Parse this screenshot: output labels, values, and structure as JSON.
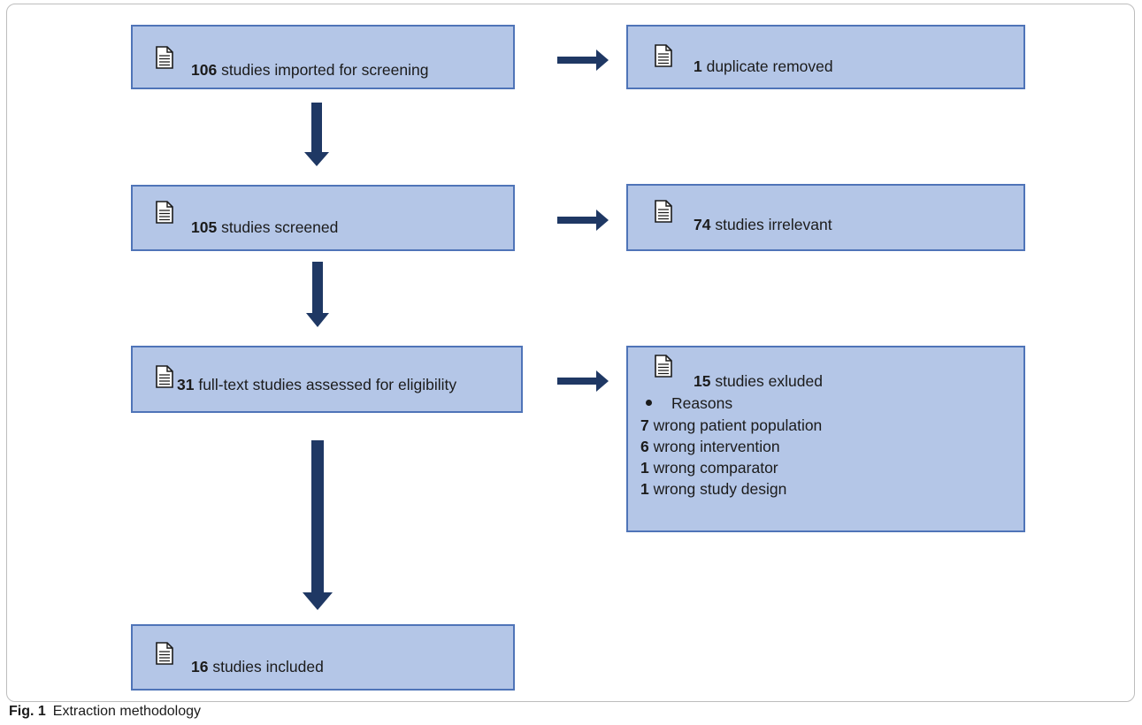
{
  "boxes": {
    "imported": {
      "count": "106",
      "label": " studies imported for screening"
    },
    "duplicate": {
      "count": "1",
      "label": " duplicate removed"
    },
    "screened": {
      "count": "105",
      "label": " studies screened"
    },
    "irrelevant": {
      "count": "74",
      "label": " studies irrelevant"
    },
    "assessed": {
      "count": "31",
      "label": " full-text studies assessed for eligibility"
    },
    "excluded": {
      "count": "15",
      "label": " studies exluded",
      "reasons_heading": "Reasons",
      "reasons": [
        {
          "count": "7",
          "label": " wrong patient population"
        },
        {
          "count": "6",
          "label": " wrong intervention"
        },
        {
          "count": "1",
          "label": " wrong comparator"
        },
        {
          "count": "1",
          "label": " wrong study design"
        }
      ]
    },
    "included": {
      "count": "16",
      "label": " studies included"
    }
  },
  "caption": {
    "fig": "Fig. 1",
    "text": "Extraction methodology"
  },
  "colors": {
    "box_fill": "#b4c6e7",
    "box_border": "#4f74b8",
    "arrow": "#1f3864"
  },
  "icon": "document-icon"
}
